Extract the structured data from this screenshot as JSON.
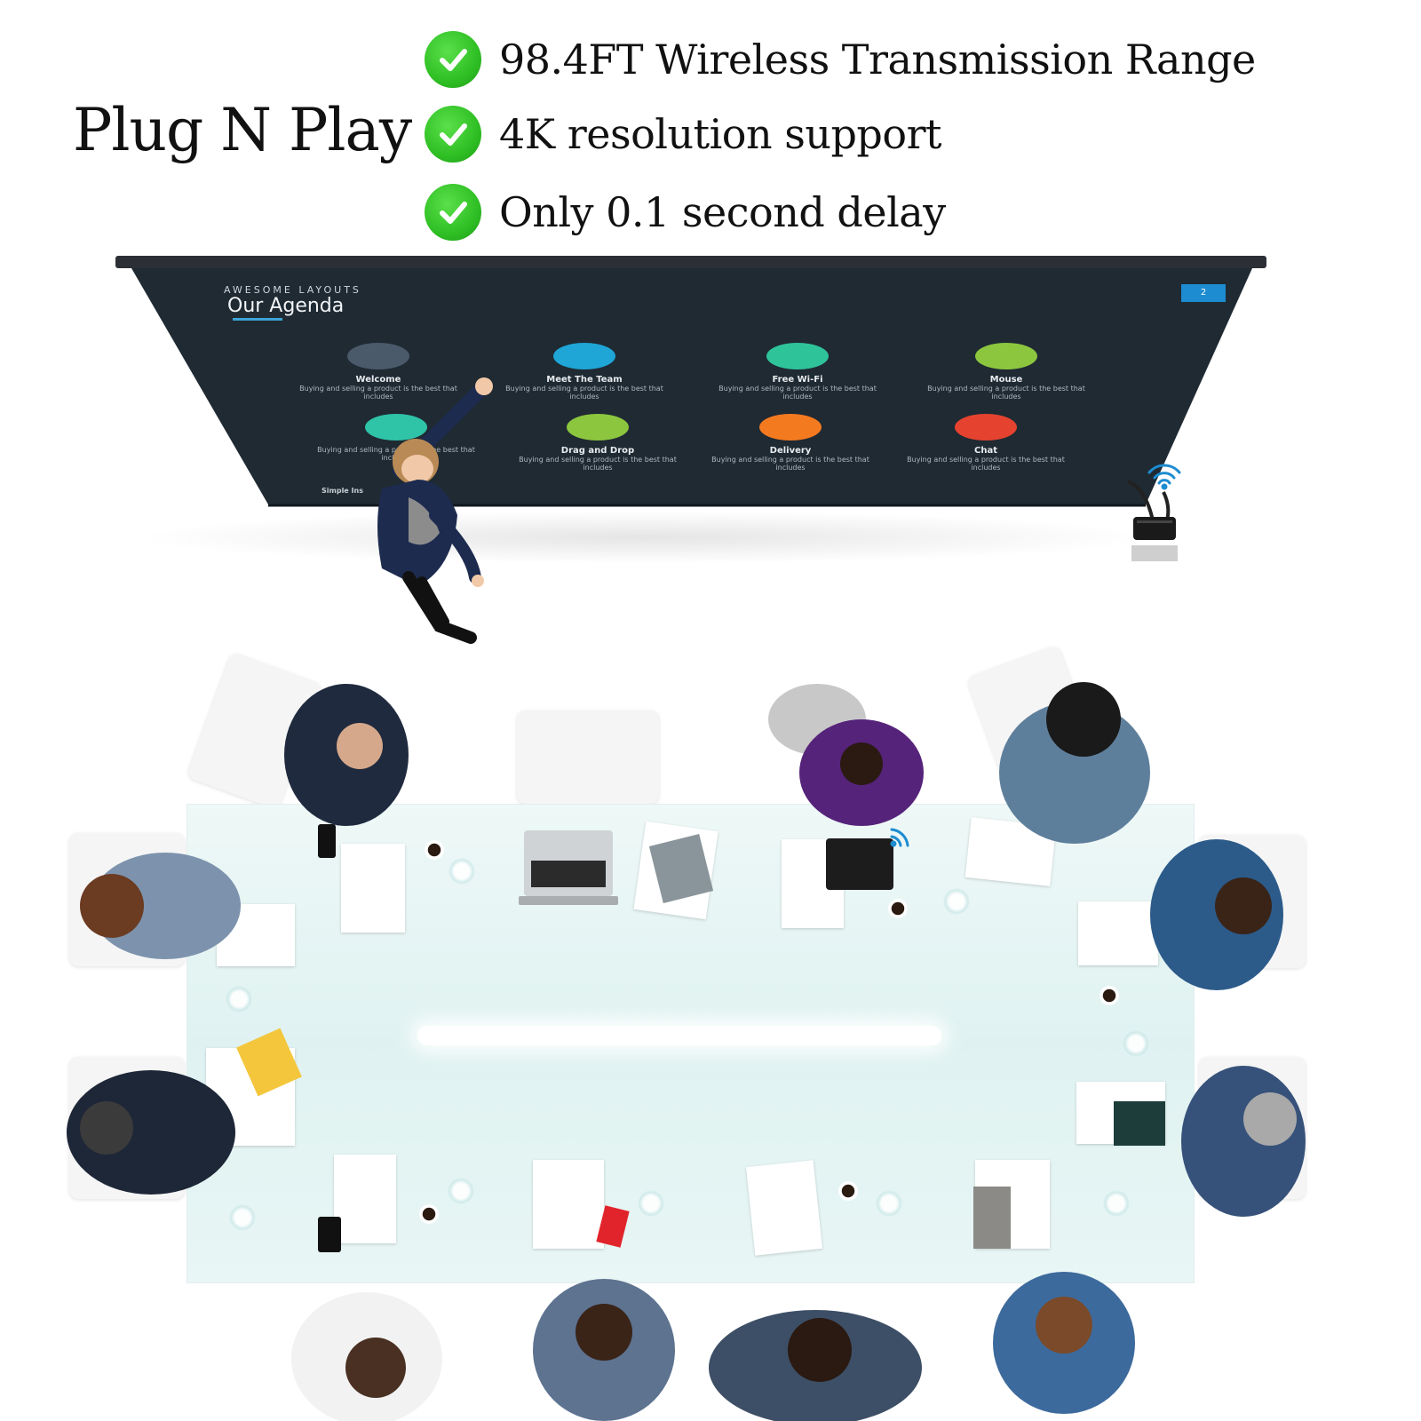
{
  "header": {
    "headline": "Plug N Play",
    "features": [
      {
        "text": "98.4FT Wireless Transmission Range",
        "icon": "check-circle-icon"
      },
      {
        "text": "4K resolution support",
        "icon": "check-circle-icon"
      },
      {
        "text": "Only 0.1 second delay",
        "icon": "check-circle-icon"
      }
    ],
    "check_color": "#2fbf24"
  },
  "slide": {
    "eyebrow": "AWESOME LAYOUTS",
    "title": "Our Agenda",
    "page_badge": "2",
    "footer": "Simple Ins",
    "background": "#1f2a33",
    "items": [
      {
        "title": "Welcome",
        "desc": "Buying and selling a product is the best that includes",
        "color": "#4a5a6a"
      },
      {
        "title": "Meet The Team",
        "desc": "Buying and selling a product is the best that includes",
        "color": "#1fa5d6"
      },
      {
        "title": "Free Wi-Fi",
        "desc": "Buying and selling a product is the best that includes",
        "color": "#2fc39a"
      },
      {
        "title": "Mouse",
        "desc": "Buying and selling a product is the best that includes",
        "color": "#8cc63f"
      },
      {
        "title": "",
        "desc": "Buying and selling a product is the best that includes",
        "color": "#2fc3a8"
      },
      {
        "title": "Drag and Drop",
        "desc": "Buying and selling a product is the best that includes",
        "color": "#8cc63f"
      },
      {
        "title": "Delivery",
        "desc": "Buying and selling a product is the best that includes",
        "color": "#f47a20"
      },
      {
        "title": "Chat",
        "desc": "Buying and selling a product is the best that includes",
        "color": "#e5432f"
      }
    ]
  }
}
